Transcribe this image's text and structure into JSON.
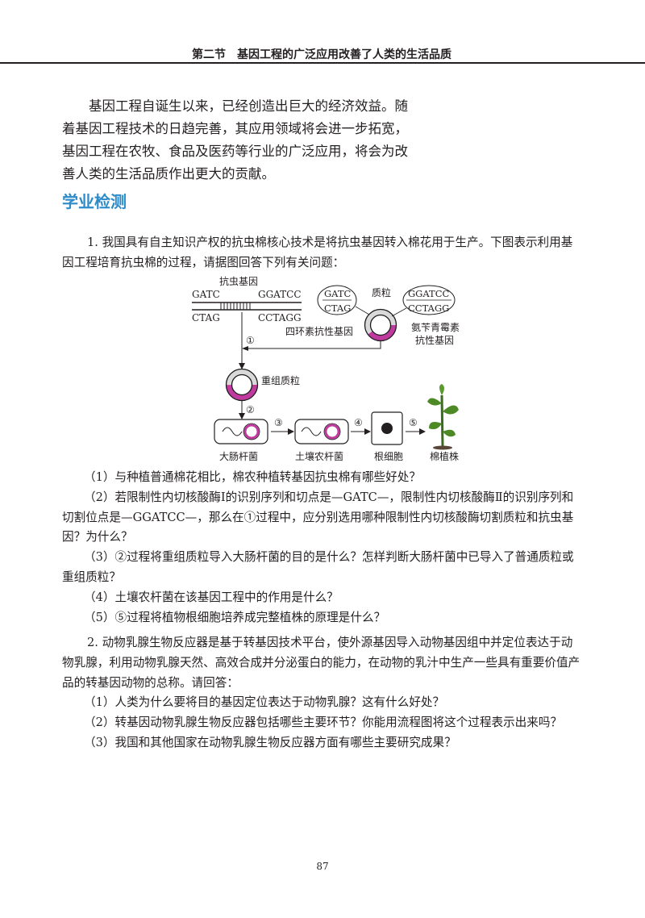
{
  "header": {
    "title": "第二节　基因工程的广泛应用改善了人类的生活品质"
  },
  "intro": {
    "paragraph": "基因工程自诞生以来，已经创造出巨大的经济效益。随着基因工程技术的日趋完善，其应用领域将会进一步拓宽，基因工程在农牧、食品及医药等行业的广泛应用，将会为改善人类的生活品质作出更大的贡献。"
  },
  "section": {
    "heading": "学业检测"
  },
  "question1": {
    "stem": "1. 我国具有自主知识产权的抗虫棉核心技术是将抗虫基因转入棉花用于生产。下图表示利用基因工程培育抗虫棉的过程，请据图回答下列有关问题：",
    "subs": [
      "（1）与种植普通棉花相比，棉农种植转基因抗虫棉有哪些好处？",
      "（2）若限制性内切核酸酶Ⅰ的识别序列和切点是—GATC—，限制性内切核酸酶Ⅱ的识别序列和切割位点是—GGATCC—，那么在①过程中，应分别选用哪种限制性内切核酸酶切割质粒和抗虫基因？为什么？",
      "（3）②过程将重组质粒导入大肠杆菌的目的是什么？怎样判断大肠杆菌中已导入了普通质粒或重组质粒？",
      "（4）土壤农杆菌在该基因工程中的作用是什么？",
      "（5）⑤过程将植物根细胞培养成完整植株的原理是什么？"
    ]
  },
  "diagram": {
    "gene_label": "抗虫基因",
    "seq_top_left": "GATC",
    "seq_top_right": "GGATCC",
    "seq_bottom_left": "CTAG",
    "seq_bottom_right": "CCTAGG",
    "plasmid_label": "质粒",
    "plasmid_seq_left_top": "GATC",
    "plasmid_seq_left_bottom": "CTAG",
    "plasmid_seq_right_top": "GGATCC",
    "plasmid_seq_right_bottom": "CCTAGG",
    "tet_resistance": "四环素抗性基因",
    "amp_resistance_1": "氨苄青霉素",
    "amp_resistance_2": "抗性基因",
    "step1": "①",
    "recombinant_label": "重组质粒",
    "step2": "②",
    "step3": "③",
    "step4": "④",
    "step5": "⑤",
    "ecoli": "大肠杆菌",
    "agrobacterium": "土壤农杆菌",
    "root_cell": "根细胞",
    "plant": "棉植株",
    "colors": {
      "ring_dark": "#1a1a1a",
      "ring_accent": "#c0399f",
      "ring_light": "#d9d9d9"
    }
  },
  "question2": {
    "stem": "2. 动物乳腺生物反应器是基于转基因技术平台，使外源基因导入动物基因组中并定位表达于动物乳腺，利用动物乳腺天然、高效合成并分泌蛋白的能力，在动物的乳汁中生产一些具有重要价值产品的转基因动物的总称。请回答：",
    "subs": [
      "（1）人类为什么要将目的基因定位表达于动物乳腺？这有什么好处？",
      "（2）转基因动物乳腺生物反应器包括哪些主要环节？你能用流程图将这个过程表示出来吗？",
      "（3）我国和其他国家在动物乳腺生物反应器方面有哪些主要研究成果？"
    ]
  },
  "footer": {
    "page_number": "87"
  }
}
